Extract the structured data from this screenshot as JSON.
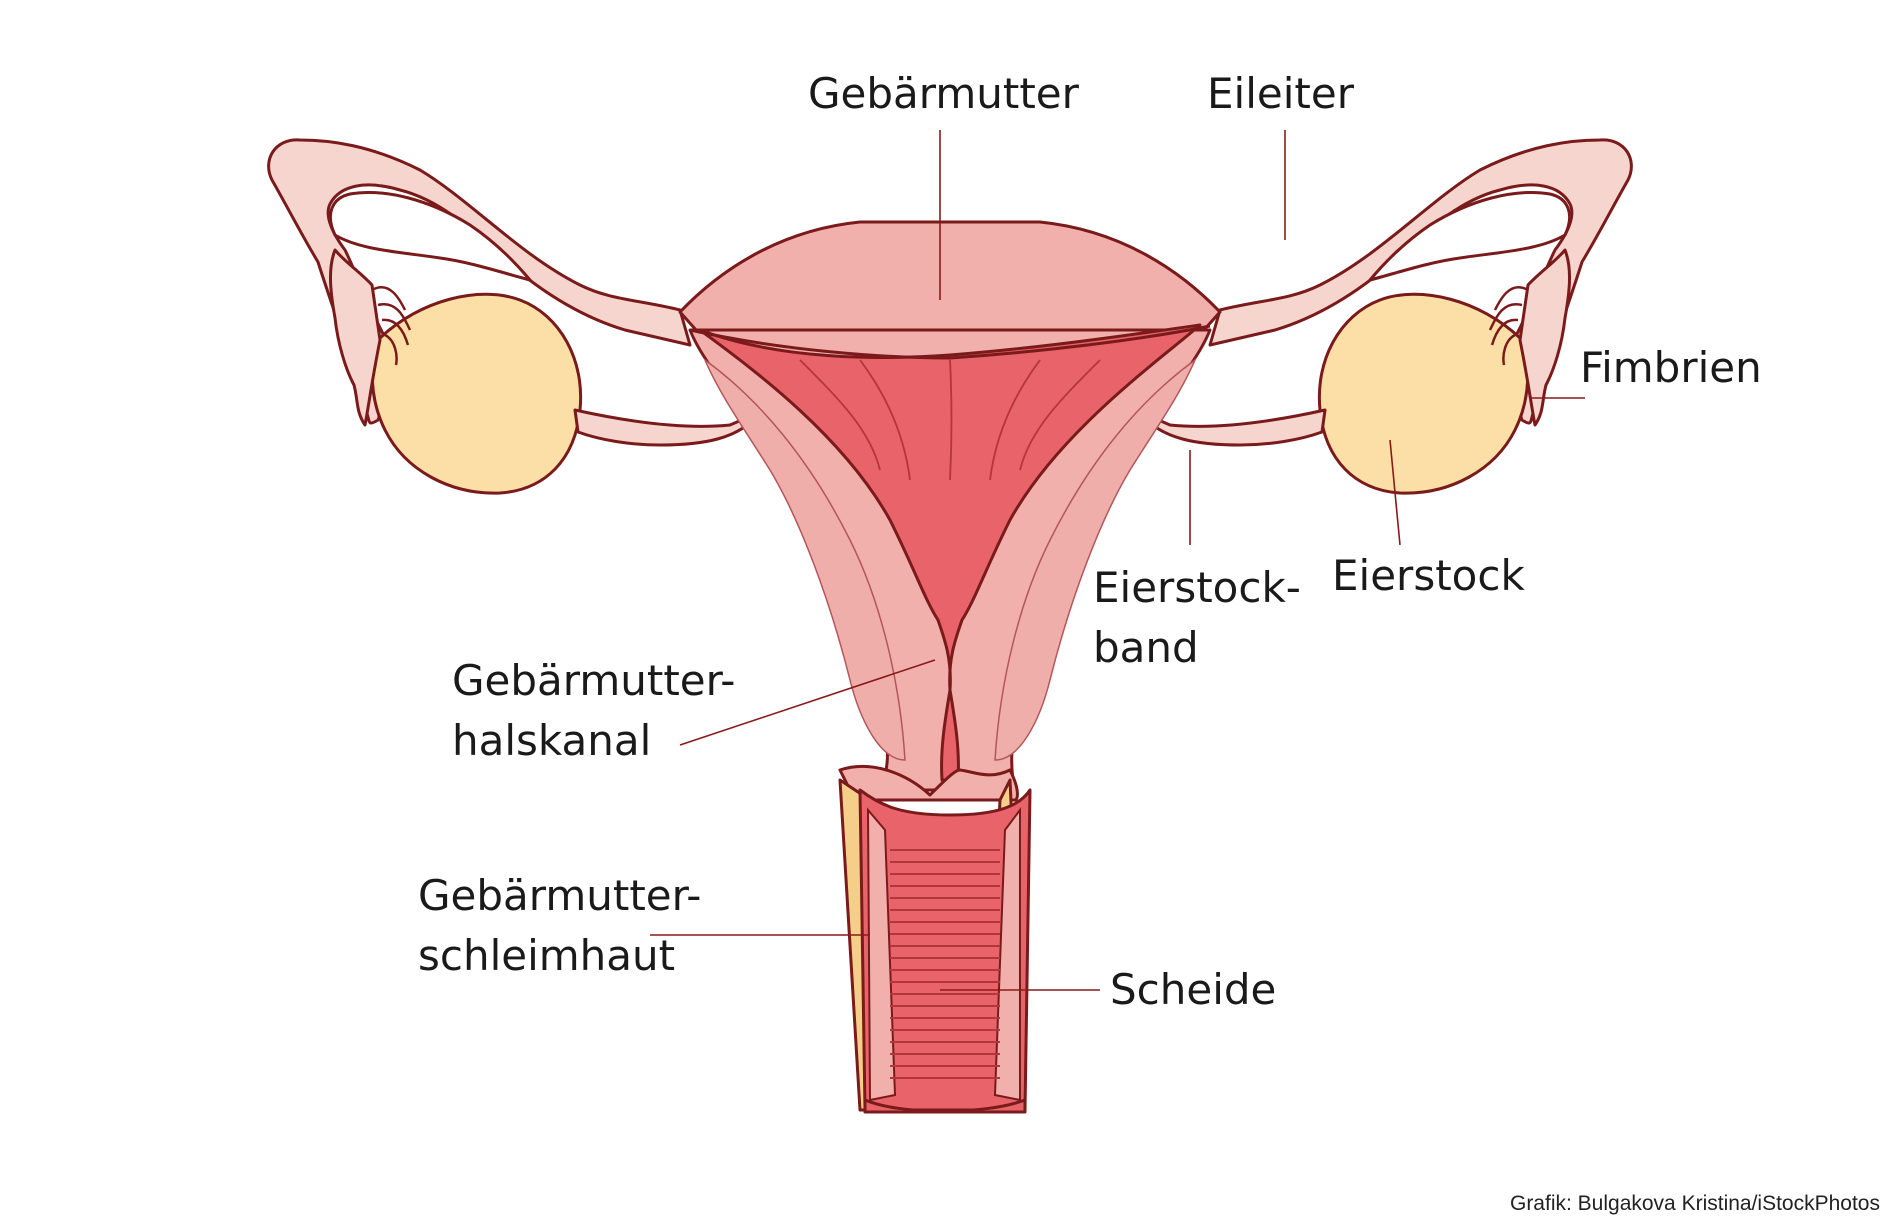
{
  "labels": {
    "uterus": "Gebärmutter",
    "tube": "Eileiter",
    "fimbriae": "Fimbrien",
    "ovary": "Eierstock",
    "ovarian_ligament_1": "Eierstock-",
    "ovarian_ligament_2": "band",
    "cervical_canal_1": "Gebärmutter-",
    "cervical_canal_2": "halskanal",
    "endometrium_1": "Gebärmutter-",
    "endometrium_2": "schleimhaut",
    "vagina": "Scheide"
  },
  "credit": "Grafik: Bulgakova Kristina/iStockPhotos",
  "colors": {
    "tube_fill": "#f7d5cf",
    "uterus_outer": "#f1b0ac",
    "uterus_cavity": "#e8636a",
    "ovary_fill": "#fbdfa6",
    "outline": "#7a1a1a",
    "vagina_wall": "#f5cf8a"
  }
}
